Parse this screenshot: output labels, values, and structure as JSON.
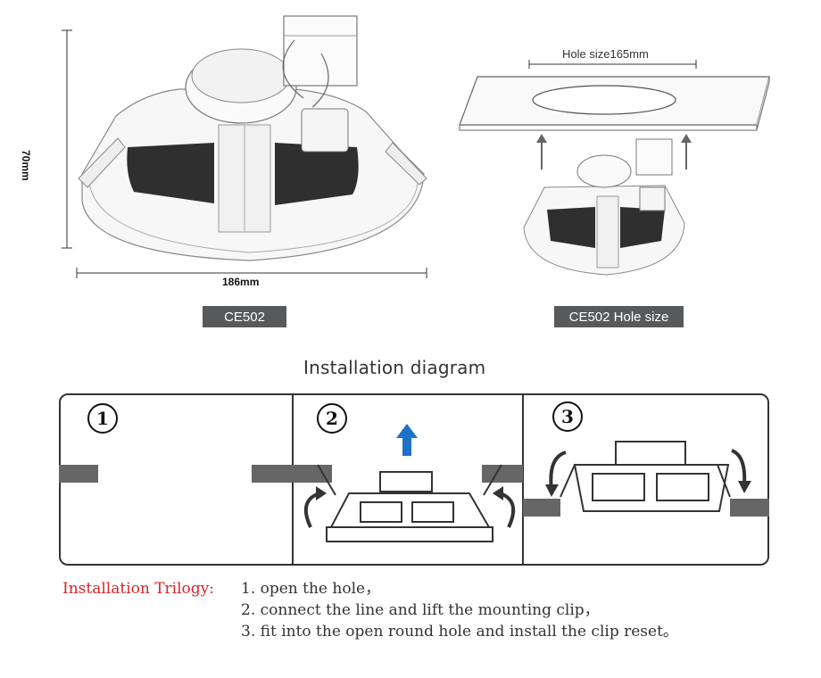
{
  "dimensions": {
    "height_label": "70mm",
    "width_label": "186mm"
  },
  "labels": {
    "product": "CE502",
    "hole_size": "CE502 Hole size"
  },
  "hole_size_caption": "Hole size165mm",
  "installation": {
    "title": "Installation diagram",
    "steps": [
      {
        "number": "1"
      },
      {
        "number": "2"
      },
      {
        "number": "3"
      }
    ],
    "trilogy_heading": "Installation Trilogy:",
    "trilogy_lines": [
      "1. open the hole，",
      "2. connect the line and lift the mounting clip，",
      "3. fit into the open round hole and install the clip reset。"
    ]
  },
  "colors": {
    "label_bg": "#58595b",
    "heading_red": "#d3262b",
    "arrow_blue": "#1e73c8"
  },
  "icons": [
    "speaker-illustration",
    "up-arrow-icon",
    "curved-arrow-icon",
    "down-arrow-icon"
  ]
}
